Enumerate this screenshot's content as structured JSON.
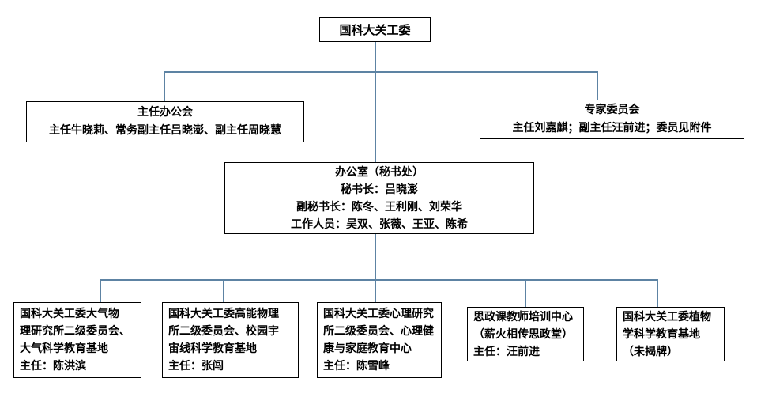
{
  "nodes": {
    "root": {
      "lines": [
        "国科大关工委"
      ]
    },
    "director_meeting": {
      "lines": [
        "主任办公会",
        "主任牛晓莉、常务副主任吕晓澎、副主任周晓慧"
      ]
    },
    "expert_committee": {
      "lines": [
        "专家委员会",
        "主任刘嘉麒；副主任汪前进；委员见附件"
      ]
    },
    "office": {
      "lines": [
        "办公室（秘书处）",
        "秘书长：吕晓澎",
        "副秘书长：陈冬、王利刚、刘荣华",
        "工作人员：吴双、张薇、王亚、陈希"
      ]
    },
    "branch_atmospheric": {
      "lines": [
        "国科大关工委大气物",
        "理研究所二级委员会、",
        "大气科学教育基地",
        "主任：陈洪滨"
      ]
    },
    "branch_high_energy": {
      "lines": [
        "国科大关工委高能物理",
        "所二级委员会、校园宇",
        "宙线科学教育基地",
        "主任：张闯"
      ]
    },
    "branch_psychology": {
      "lines": [
        "国科大关工委心理研究",
        "所二级委员会、心理健",
        "康与家庭教育中心",
        "主任：陈雪峰"
      ]
    },
    "branch_ideology": {
      "lines": [
        "思政课教师培训中心",
        "（薪火相传思政堂）",
        "主任：汪前进"
      ]
    },
    "branch_botany": {
      "lines": [
        "国科大关工委植物",
        "学科学教育基地",
        "（未揭牌）"
      ]
    }
  },
  "colors": {
    "connector": "#5d83a3",
    "box_border": "#000000",
    "text": "#000000",
    "background": "#ffffff"
  }
}
